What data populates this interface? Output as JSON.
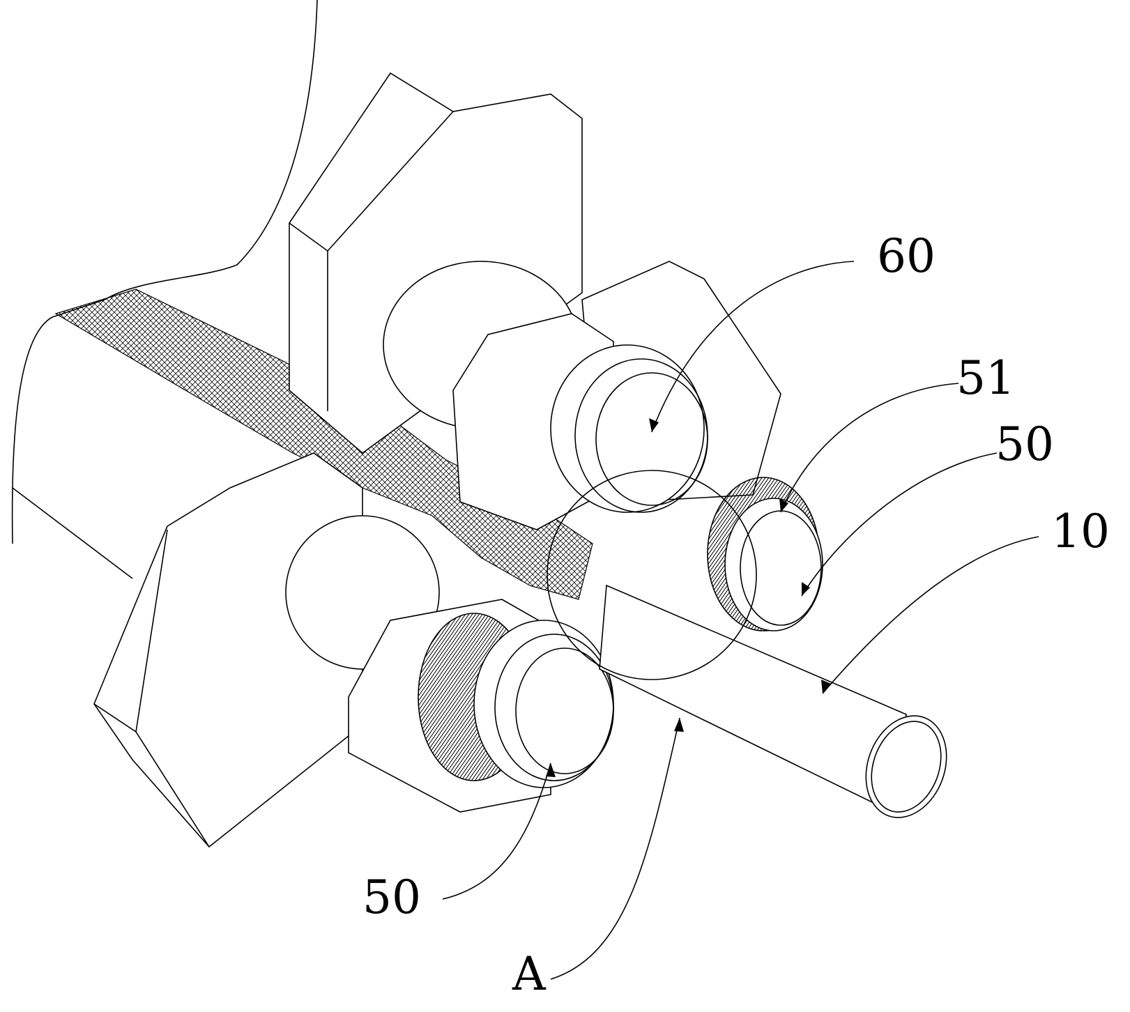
{
  "figure": {
    "labels": {
      "cover": "60",
      "knurl": "51",
      "roller_right": "50",
      "tube": "10",
      "roller_bottom": "50",
      "detail": "A"
    }
  }
}
